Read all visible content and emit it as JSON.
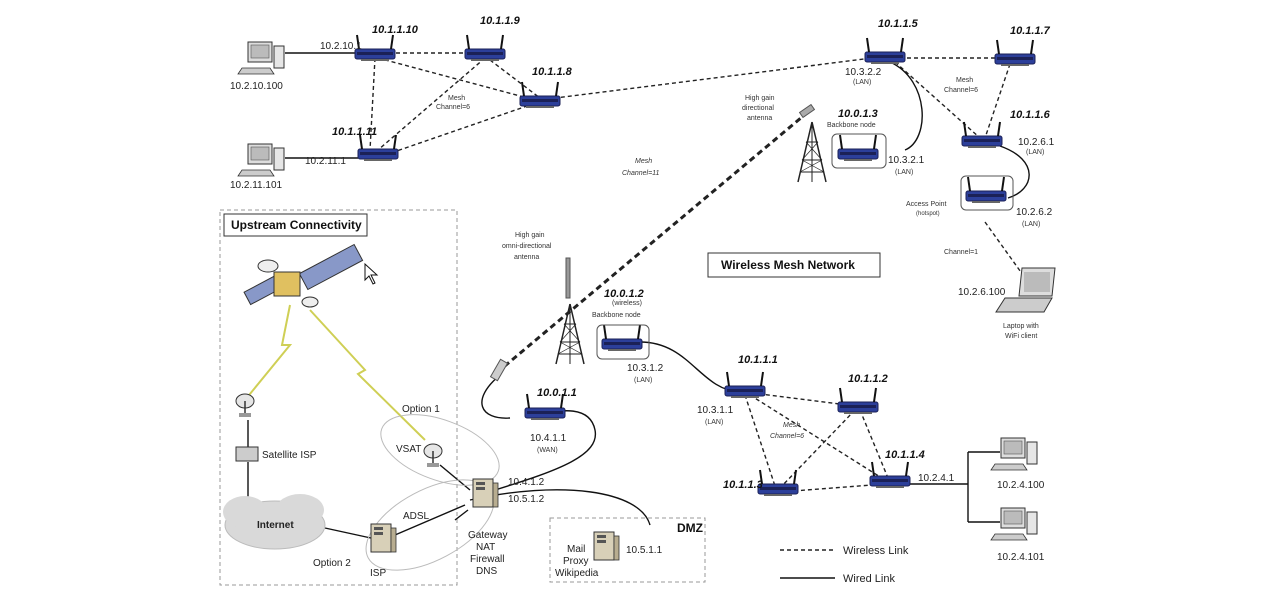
{
  "titles": {
    "upstream": "Upstream Connectivity",
    "mesh_network": "Wireless Mesh Network",
    "dmz": "DMZ"
  },
  "routers": {
    "r10_1_1_10": "10.1.1.10",
    "r10_1_1_9": "10.1.1.9",
    "r10_1_1_8": "10.1.1.8",
    "r10_1_1_11": "10.1.1.11",
    "r10_1_1_5": "10.1.1.5",
    "r10_1_1_7": "10.1.1.7",
    "r10_1_1_6": "10.1.1.6",
    "r10_0_1_3": "10.0.1.3",
    "r10_0_1_2": "10.0.1.2",
    "r10_0_1_1": "10.0.1.1",
    "r10_1_1_1": "10.1.1.1",
    "r10_1_1_2": "10.1.1.2",
    "r10_1_1_3": "10.1.1.3",
    "r10_1_1_4": "10.1.1.4"
  },
  "addresses": {
    "a10_2_10_1": "10.2.10.1",
    "a10_2_10_100": "10.2.10.100",
    "a10_2_11_1": "10.2.11.1",
    "a10_2_11_101": "10.2.11.101",
    "a10_3_2_2": "10.3.2.2",
    "a10_3_2_1": "10.3.2.1",
    "a10_2_6_1": "10.2.6.1",
    "a10_2_6_2": "10.2.6.2",
    "a10_2_6_100": "10.2.6.100",
    "a10_3_1_2": "10.3.1.2",
    "a10_3_1_1": "10.3.1.1",
    "a10_4_1_1": "10.4.1.1",
    "a10_4_1_2": "10.4.1.2",
    "a10_5_1_2": "10.5.1.2",
    "a10_5_1_1": "10.5.1.1",
    "a10_2_4_1": "10.2.4.1",
    "a10_2_4_100": "10.2.4.100",
    "a10_2_4_101": "10.2.4.101"
  },
  "tags": {
    "lan": "(LAN)",
    "wan": "(WAN)",
    "wireless": "(wireless)",
    "hotspot": "(hotspot)"
  },
  "labels": {
    "mesh": "Mesh",
    "channel6": "Channel=6",
    "channel11": "Channel=11",
    "channel1": "Channel=1",
    "high_gain": "High gain",
    "directional": "directional",
    "antenna": "antenna",
    "omni": "omni-directional",
    "backbone_node": "Backbone node",
    "access_point": "Access Point",
    "laptop_with": "Laptop with",
    "wifi_client": "WiFi client",
    "satellite_isp": "Satellite ISP",
    "internet": "Internet",
    "option1": "Option 1",
    "option2": "Option 2",
    "vsat": "VSAT",
    "adsl": "ADSL",
    "isp": "ISP",
    "gateway": "Gateway",
    "nat": "NAT",
    "firewall": "Firewall",
    "dns": "DNS",
    "mail": "Mail",
    "proxy": "Proxy",
    "wikipedia": "Wikipedia"
  },
  "legend": {
    "wireless_link": "Wireless Link",
    "wired_link": "Wired Link"
  },
  "colors": {
    "router_blue": "#2c3f9a",
    "router_dark": "#1b2157",
    "line": "#222222",
    "cloud": "#d9d9d9",
    "panel_dash": "#999999",
    "lightning": "#d7d76a"
  }
}
